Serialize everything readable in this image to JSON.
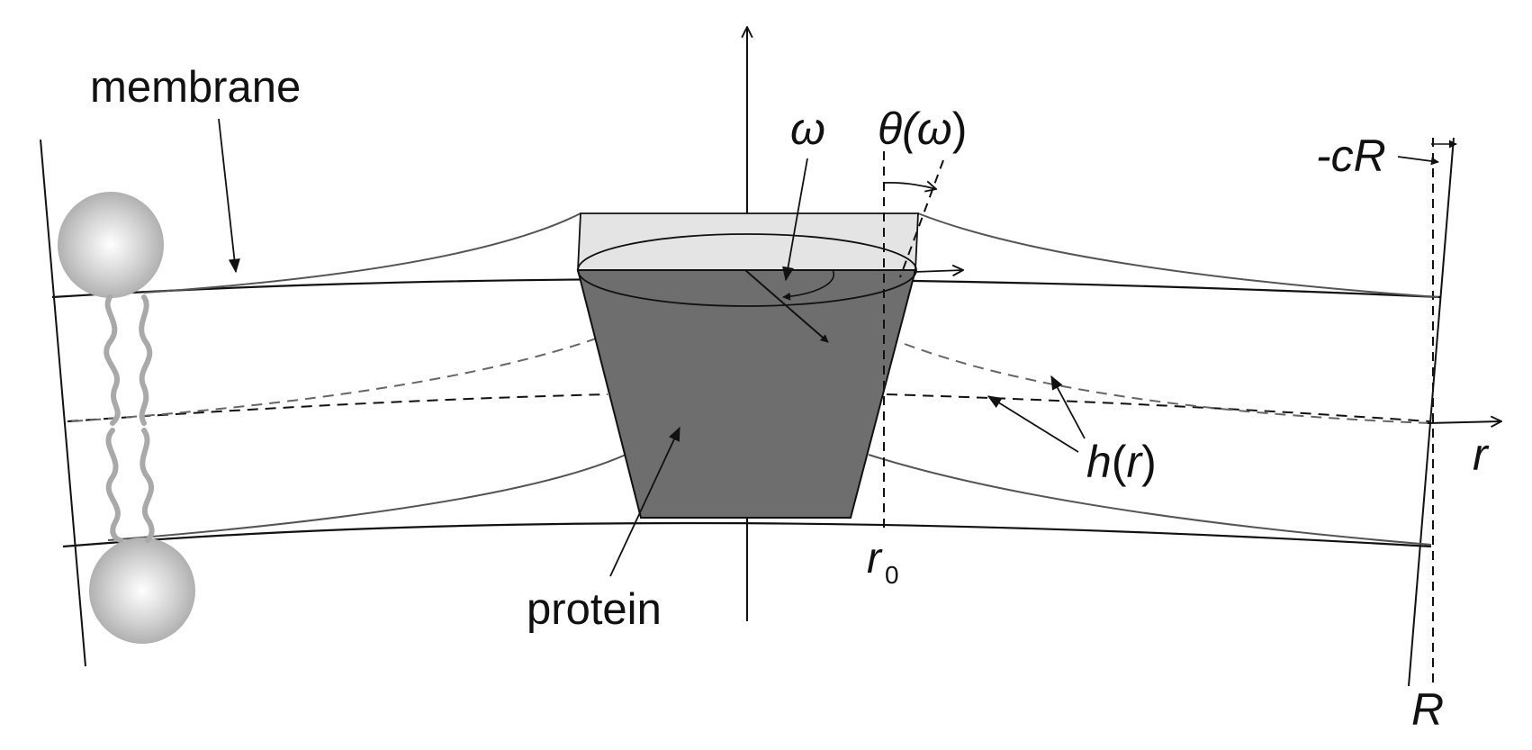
{
  "labels": {
    "membrane": "membrane",
    "protein": "protein",
    "omega": "ω",
    "theta_prefix": "θ(",
    "theta_arg": "ω",
    "theta_suffix": ")",
    "cr": "-cR",
    "h_func": "h",
    "h_open": "(",
    "h_arg": "r",
    "h_close": ")",
    "r_axis": "r",
    "r0_base": "r",
    "r0_sub": "0",
    "big_r": "R"
  },
  "colors": {
    "ink": "#111111",
    "protein_side": "#6e6e6e",
    "protein_top": "#e4e4e4",
    "lipid_tail": "#a9a9a9",
    "curve": "#555555"
  }
}
